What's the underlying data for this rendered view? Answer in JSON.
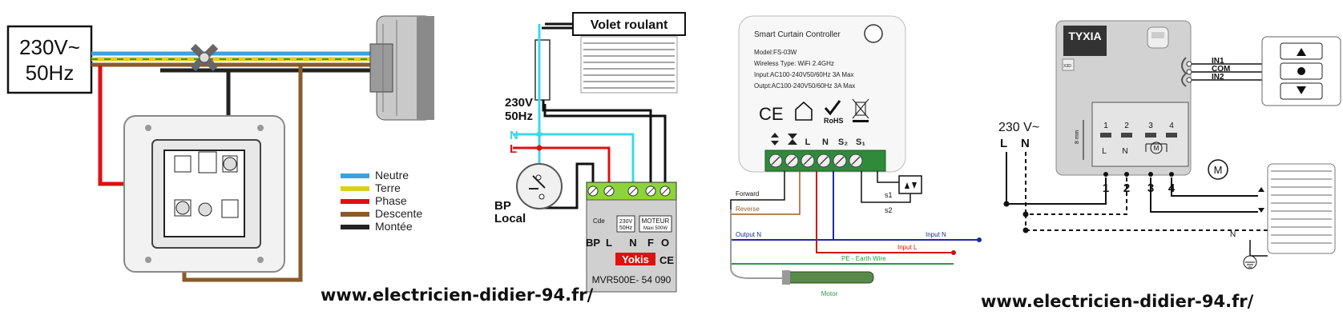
{
  "panel1": {
    "supply": [
      "230V~",
      "50Hz"
    ],
    "legend": [
      {
        "label": "Neutre",
        "color": "#3da0e0"
      },
      {
        "label": "Terre",
        "color": "#d8d020"
      },
      {
        "label": "Phase",
        "color": "#e01010"
      },
      {
        "label": "Descente",
        "color": "#8a5a2a"
      },
      {
        "label": "Montée",
        "color": "#222222"
      }
    ]
  },
  "panel2": {
    "title": "Volet roulant",
    "supply": [
      "230V",
      "50Hz"
    ],
    "n": "N",
    "l": "L",
    "bp": [
      "BP",
      "Local"
    ],
    "module_top": [
      "230V",
      "50Hz"
    ],
    "module_moteur": [
      "MOTEUR",
      "Maxi 500W"
    ],
    "terminals": [
      "BP",
      "L",
      "N",
      "F",
      "O"
    ],
    "cde": "Cde",
    "brand": "Yokis",
    "ce": "CE",
    "model": "MVR500E- 54 090"
  },
  "panel3": {
    "title": "Smart Curtain Controller",
    "specs": [
      "Model:FS-03W",
      "Wireless Type: WiFi 2.4GHz",
      "Input:AC100-240V50/60Hz 3A Max",
      "Outpt:AC100-240V50/60Hz 3A Max"
    ],
    "ce": "CE",
    "rohs": "RoHS",
    "terminals": [
      "L",
      "N",
      "S₂",
      "S₁"
    ],
    "wires": {
      "forward": "Forward",
      "reverse": "Reverse",
      "output_n": "Output N",
      "input_n": "Input N",
      "input_l": "Input L",
      "earth": "PE - Earth Wire",
      "motor": "Motor",
      "s1": "s1",
      "s2": "s2"
    }
  },
  "panel4": {
    "brand": "TYXIA",
    "x3d": "X3D",
    "mm": "8 mm",
    "terminals_top": [
      "1",
      "2",
      "3",
      "4"
    ],
    "terminals_labels": [
      "L",
      "N"
    ],
    "terminals_bottom": [
      "1",
      "2",
      "3",
      "4"
    ],
    "inputs": [
      "IN1",
      "COM",
      "IN2"
    ],
    "supply": "230 V~",
    "ln": [
      "L",
      "N"
    ],
    "n_wire": "N",
    "motor": "M"
  },
  "watermark": "www.electricien-didier-94.fr/"
}
